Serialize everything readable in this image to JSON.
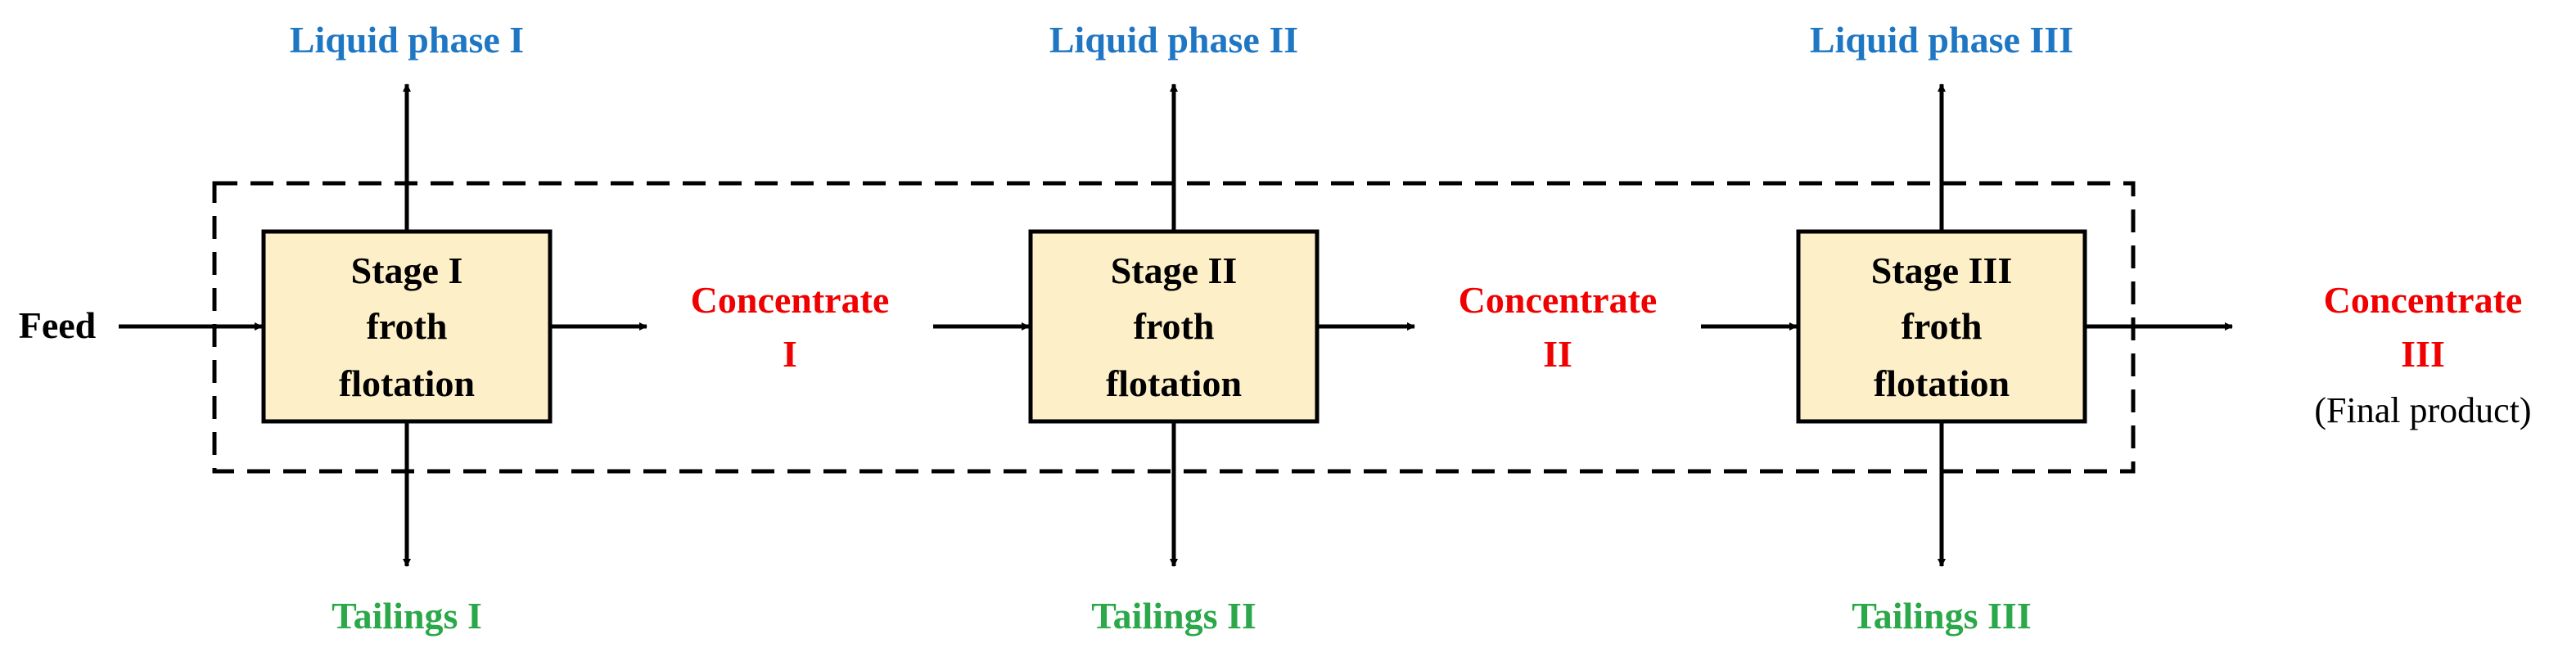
{
  "feed_label": "Feed",
  "stages": [
    {
      "lines": [
        "Stage I",
        "froth",
        "flotation"
      ],
      "liquid": "Liquid phase I",
      "tailings": "Tailings I"
    },
    {
      "lines": [
        "Stage II",
        "froth",
        "flotation"
      ],
      "liquid": "Liquid phase II",
      "tailings": "Tailings II"
    },
    {
      "lines": [
        "Stage III",
        "froth",
        "flotation"
      ],
      "liquid": "Liquid phase III",
      "tailings": "Tailings III"
    }
  ],
  "concentrates": [
    {
      "line1": "Concentrate",
      "line2": "I"
    },
    {
      "line1": "Concentrate",
      "line2": "II"
    },
    {
      "line1": "Concentrate",
      "line2": "III",
      "note": "(Final product)"
    }
  ],
  "colors": {
    "box_fill": "#FDEFC8",
    "liquid": "#1F77C4",
    "concentrate": "#F00000",
    "tailings": "#2AA84A",
    "line": "#000000"
  }
}
